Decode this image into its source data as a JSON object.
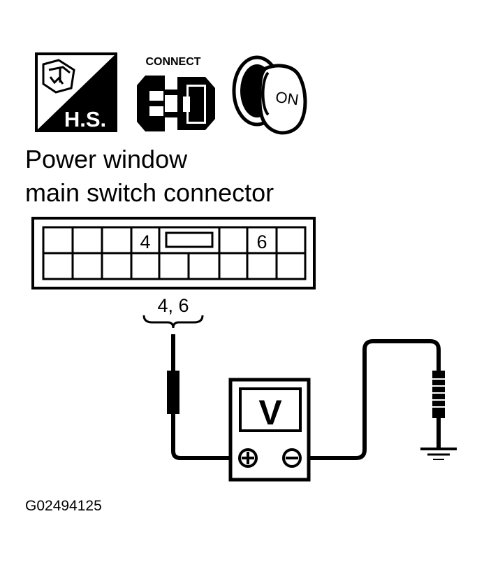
{
  "icons": {
    "harness_side": {
      "text": "H.S."
    },
    "connect": {
      "text": "CONNECT"
    },
    "ignition": {
      "text": "ON"
    }
  },
  "title": {
    "line1": "Power window",
    "line2": "main switch connector"
  },
  "connector": {
    "pin_a": "4",
    "pin_b": "6"
  },
  "probe_label": "4, 6",
  "meter": {
    "symbol": "V"
  },
  "figure_id": "G02494125"
}
